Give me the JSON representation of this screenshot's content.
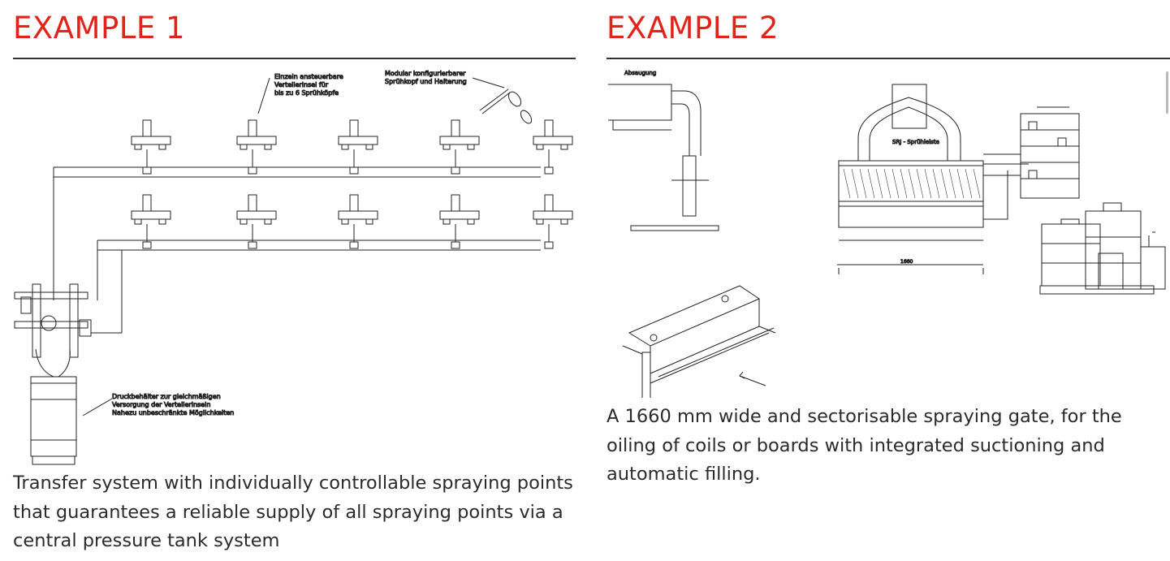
{
  "colors": {
    "heading": "#e2231a",
    "text": "#2b2b2b",
    "rule": "#333333"
  },
  "example1": {
    "heading": "EXAMPLE 1",
    "caption": "Transfer system with individually controllable spraying points that guarantees a reliable supply of all spraying points via a central pressure tank system",
    "labels": {
      "distributor_l1": "Einzeln ansteuerbare",
      "distributor_l2": "Verteilerinsel für",
      "distributor_l3": "bis zu 6 Sprühköpfe",
      "spray_head_l1": "Modular konfigurierbarer",
      "spray_head_l2": "Sprühkopf und Halterung",
      "tank_l1": "Druckbehälter zur gleichmäßigen",
      "tank_l2": "Versorgung der Verteilerinseln",
      "tank_l3": "Nahezu unbeschränkte Möglichkeiten"
    }
  },
  "example2": {
    "heading": "EXAMPLE 2",
    "caption": "A 1660 mm wide and sectorisable spraying gate, for the oiling of coils or boards with integrated suctioning and automatic filling.",
    "labels": {
      "suction": "Absaugung",
      "spray_bar": "SRJ - Sprühleiste",
      "dim_1660": "1660"
    }
  }
}
